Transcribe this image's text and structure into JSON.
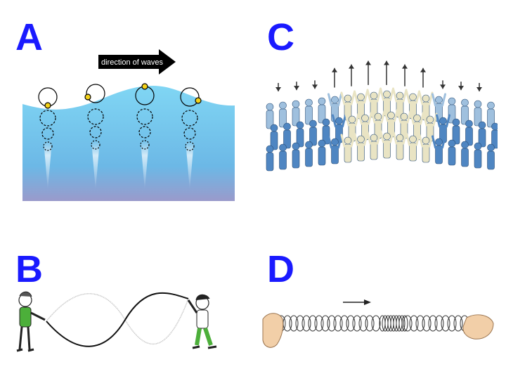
{
  "panels": {
    "a": {
      "letter": "A",
      "arrow_label": "direction of waves"
    },
    "b": {
      "letter": "B"
    },
    "c": {
      "letter": "C"
    },
    "d": {
      "letter": "D"
    }
  },
  "colors": {
    "letter": "#1a1aff",
    "water_top": "#7fd3f2",
    "water_bottom": "#9a9ccc",
    "particle": "#f4d21a",
    "person_dark": "#4a7fbf",
    "person_light": "#e8e2c0",
    "shirt_green": "#4caf3a"
  }
}
